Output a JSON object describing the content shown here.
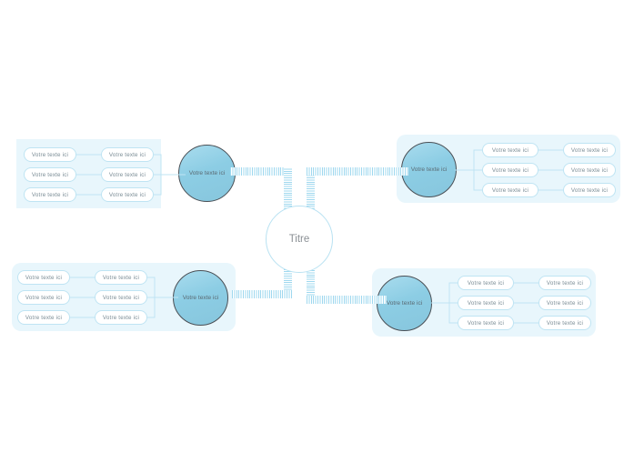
{
  "diagram": {
    "type": "mind-map",
    "center": {
      "label": "Titre"
    },
    "colors": {
      "background": "#ffffff",
      "panel": "#e8f6fc",
      "pill_border": "#bfe4f3",
      "pill_fill": "#ffffff",
      "node_fill_top": "#a9dcee",
      "node_fill_bottom": "#87c6dd",
      "node_border": "#4a4f55",
      "center_border": "#b9e2f2",
      "connector": "#9fd8ef",
      "text": "#7a8c95"
    },
    "branches": [
      {
        "id": "top-left",
        "node_label": "Votre texte ici",
        "inner_items": [
          "Votre texte ici",
          "Votre texte ici",
          "Votre texte ici"
        ],
        "outer_items": [
          "Votre texte ici",
          "Votre texte ici",
          "Votre texte ici"
        ]
      },
      {
        "id": "top-right",
        "node_label": "Votre texte ici",
        "inner_items": [
          "Votre texte ici",
          "Votre texte ici",
          "Votre texte ici"
        ],
        "outer_items": [
          "Votre texte ici",
          "Votre texte ici",
          "Votre texte ici"
        ]
      },
      {
        "id": "bottom-left",
        "node_label": "Votre texte ici",
        "inner_items": [
          "Votre texte ici",
          "Votre texte ici",
          "Votre texte ici"
        ],
        "outer_items": [
          "Votre texte ici",
          "Votre texte ici",
          "Votre texte ici"
        ]
      },
      {
        "id": "bottom-right",
        "node_label": "Votre texte ici",
        "inner_items": [
          "Votre texte ici",
          "Votre texte ici",
          "Votre texte ici"
        ],
        "outer_items": [
          "Votre texte ici",
          "Votre texte ici",
          "Votre texte ici"
        ]
      }
    ]
  }
}
